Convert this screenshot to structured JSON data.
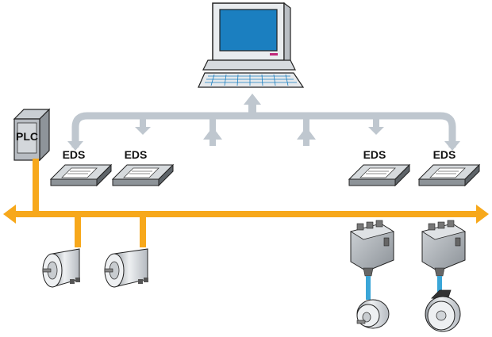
{
  "diagram": {
    "plc_label": "PLC",
    "eds_labels": [
      "EDS",
      "EDS",
      "EDS",
      "EDS"
    ]
  },
  "colors": {
    "fieldbus": "#f7a81b",
    "network": "#bfc7cf",
    "cable": "#3aa6d8",
    "monitor_screen": "#1b7fc0",
    "outline": "#222222"
  },
  "icons": [
    "computer-icon",
    "plc-cabinet-icon",
    "floppy-disk-icon",
    "rotary-encoder-icon",
    "connection-module-icon"
  ]
}
